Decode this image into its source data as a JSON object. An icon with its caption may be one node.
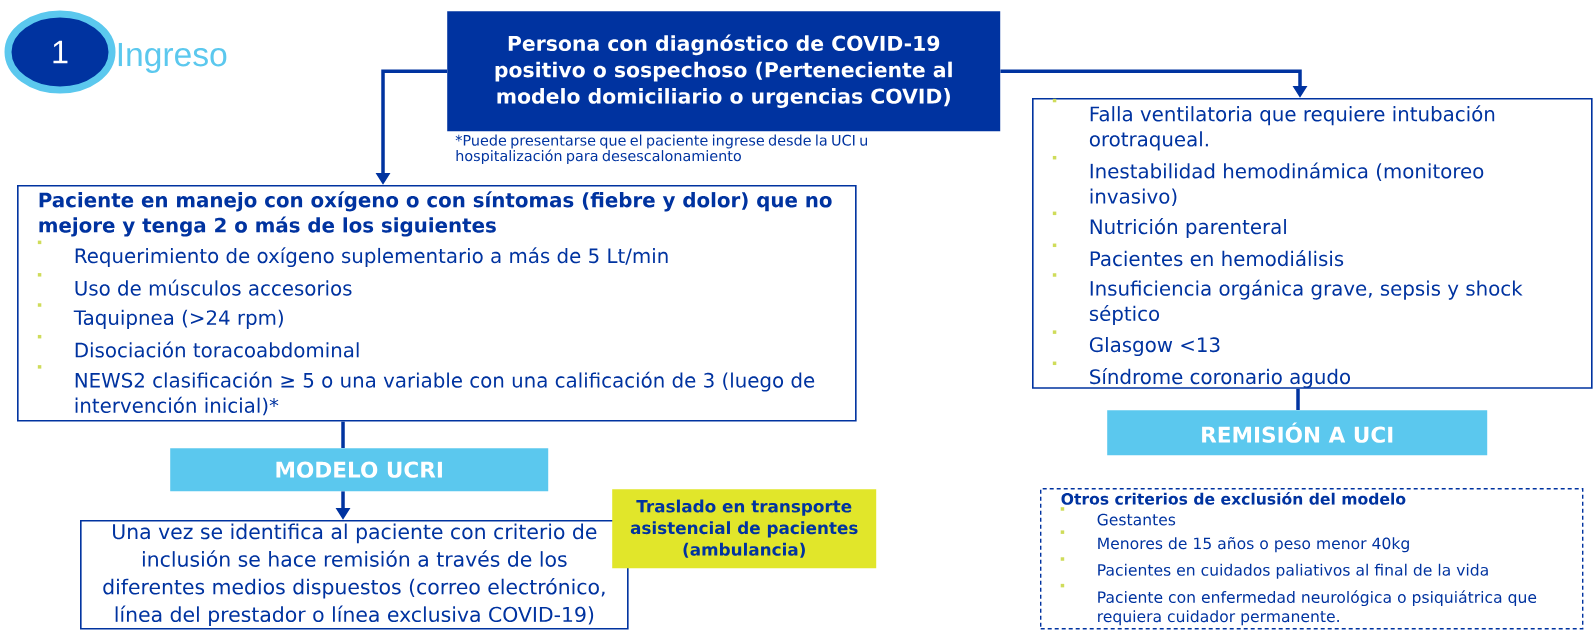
{
  "diagram": {
    "nodes": [
      {
        "text": [
          "1"
        ],
        "beside": [
          "Ingreso"
        ]
      },
      {
        "text": [
          "Persona con diagnóstico de COVID-19 positivo o sospechoso (Perteneciente al modelo domiciliario o urgencias COVID)"
        ],
        "beside": [
          "*Puede presentarse que el paciente ingrese desde la UCI u hospitalización para desescalonamiento"
        ]
      },
      {
        "text": [
          "Paciente en manejo con oxígeno o con síntomas (fiebre y dolor) que no mejore y tenga 2 o más de los siguientes",
          "Requerimiento de oxígeno suplementario a más de 5 Lt/min",
          "Uso de músculos accesorios",
          "Taquipnea (>24 rpm)",
          "Disociación toracoabdominal",
          "NEWS2 clasificación ≥ 5  o una variable con una calificación de 3 (luego de intervención inicial)*"
        ]
      },
      {
        "text": [
          "MODELO UCRI"
        ]
      },
      {
        "text": [
          "Una vez se identifica al paciente con criterio de inclusión se hace remisión a través de los diferentes  medios dispuestos (correo electrónico, línea del prestador o línea exclusiva COVID-19)"
        ]
      },
      {
        "text": [
          "Traslado en transporte asistencial de pacientes (ambulancia)"
        ]
      },
      {
        "text": [
          "Falla ventilatoria que requiere intubación orotraqueal.",
          "Inestabilidad hemodinámica (monitoreo invasivo)",
          "Nutrición parenteral",
          "Pacientes en hemodiálisis",
          "Insuficiencia orgánica grave, sepsis y shock séptico",
          "Glasgow <13",
          "Síndrome coronario agudo"
        ]
      },
      {
        "text": [
          "REMISIÓN A UCI"
        ]
      },
      {
        "text": [
          "Otros criterios de exclusión del modelo",
          "Gestantes",
          "Menores de 15 años o peso menor 40kg",
          "Pacientes en cuidados paliativos al final de la vida",
          "Paciente con enfermedad neurológica o psiquiátrica que requiera cuidador permanente."
        ]
      }
    ],
    "edges": [
      {
        "from": 1,
        "to": 2,
        "arrow": "to"
      },
      {
        "from": 1,
        "to": 6,
        "arrow": "to"
      },
      {
        "from": 2,
        "to": 3,
        "arrow": "none"
      },
      {
        "from": 3,
        "to": 4,
        "arrow": "to"
      },
      {
        "from": 6,
        "to": 7,
        "arrow": "none"
      }
    ]
  }
}
